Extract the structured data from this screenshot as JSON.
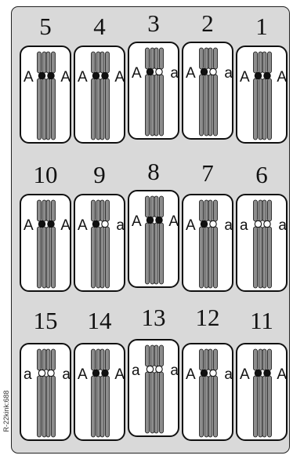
{
  "side_label": "R-22kink:688",
  "cells": [
    {
      "number": "5",
      "left": "A",
      "right": "A",
      "left_dot": "filled",
      "right_dot": "filled"
    },
    {
      "number": "4",
      "left": "A",
      "right": "A",
      "left_dot": "filled",
      "right_dot": "filled"
    },
    {
      "number": "3",
      "left": "A",
      "right": "a",
      "left_dot": "filled",
      "right_dot": "open"
    },
    {
      "number": "2",
      "left": "A",
      "right": "a",
      "left_dot": "filled",
      "right_dot": "open"
    },
    {
      "number": "1",
      "left": "A",
      "right": "A",
      "left_dot": "filled",
      "right_dot": "filled"
    },
    {
      "number": "10",
      "left": "A",
      "right": "A",
      "left_dot": "filled",
      "right_dot": "filled"
    },
    {
      "number": "9",
      "left": "A",
      "right": "a",
      "left_dot": "filled",
      "right_dot": "open"
    },
    {
      "number": "8",
      "left": "A",
      "right": "A",
      "left_dot": "filled",
      "right_dot": "filled"
    },
    {
      "number": "7",
      "left": "A",
      "right": "a",
      "left_dot": "filled",
      "right_dot": "open"
    },
    {
      "number": "6",
      "left": "a",
      "right": "a",
      "left_dot": "open",
      "right_dot": "open"
    },
    {
      "number": "15",
      "left": "a",
      "right": "a",
      "left_dot": "open",
      "right_dot": "open"
    },
    {
      "number": "14",
      "left": "A",
      "right": "A",
      "left_dot": "filled",
      "right_dot": "filled"
    },
    {
      "number": "13",
      "left": "a",
      "right": "a",
      "left_dot": "open",
      "right_dot": "open"
    },
    {
      "number": "12",
      "left": "A",
      "right": "a",
      "left_dot": "filled",
      "right_dot": "open"
    },
    {
      "number": "11",
      "left": "A",
      "right": "A",
      "left_dot": "filled",
      "right_dot": "filled"
    }
  ]
}
